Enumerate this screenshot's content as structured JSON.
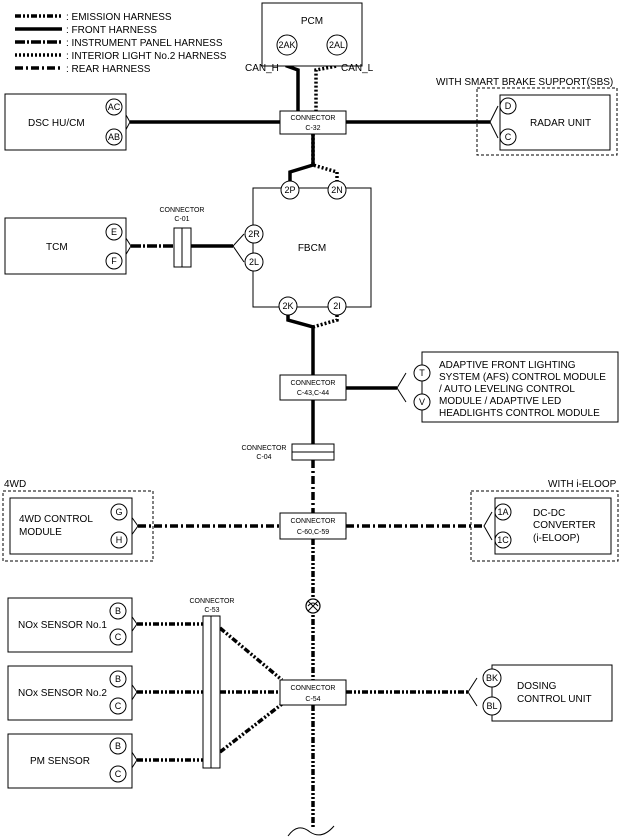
{
  "legend": [
    {
      "label": ": EMISSION HARNESS"
    },
    {
      "label": ": FRONT HARNESS"
    },
    {
      "label": ": INSTRUMENT PANEL HARNESS"
    },
    {
      "label": ": INTERIOR LIGHT No.2 HARNESS"
    },
    {
      "label": ": REAR HARNESS"
    }
  ],
  "modules": {
    "pcm": {
      "name": "PCM",
      "pins": [
        "2AK",
        "2AL"
      ]
    },
    "can_h": "CAN_H",
    "can_l": "CAN_L",
    "dsc": {
      "name": "DSC HU/CM",
      "pins": [
        "AC",
        "AB"
      ]
    },
    "sbs_group": "WITH SMART BRAKE SUPPORT(SBS)",
    "radar": {
      "name": "RADAR UNIT",
      "pins": [
        "D",
        "C"
      ]
    },
    "tcm": {
      "name": "TCM",
      "pins": [
        "E",
        "F"
      ]
    },
    "fbcm": {
      "name": "FBCM",
      "pins": [
        "2P",
        "2N",
        "2R",
        "2L",
        "2K",
        "2I"
      ]
    },
    "afs": {
      "lines": [
        "ADAPTIVE FRONT LIGHTING",
        "SYSTEM (AFS) CONTROL MODULE",
        "/ AUTO LEVELING CONTROL",
        "MODULE / ADAPTIVE LED",
        "HEADLIGHTS CONTROL MODULE"
      ],
      "pins": [
        "T",
        "V"
      ]
    },
    "fourwd_group": "4WD",
    "fourwd": {
      "lines": [
        "4WD CONTROL",
        "MODULE"
      ],
      "pins": [
        "G",
        "H"
      ]
    },
    "ieloop_group": "WITH i-ELOOP",
    "dcdc": {
      "lines": [
        "DC-DC",
        "CONVERTER",
        "(i-ELOOP)"
      ],
      "pins": [
        "1A",
        "1C"
      ]
    },
    "nox1": {
      "name": "NOx SENSOR No.1",
      "pins": [
        "B",
        "C"
      ]
    },
    "nox2": {
      "name": "NOx SENSOR No.2",
      "pins": [
        "B",
        "C"
      ]
    },
    "pm": {
      "name": "PM SENSOR",
      "pins": [
        "B",
        "C"
      ]
    },
    "dosing": {
      "lines": [
        "DOSING",
        "CONTROL UNIT"
      ],
      "pins": [
        "BK",
        "BL"
      ]
    }
  },
  "connectors": {
    "c32": {
      "title": "CONNECTOR",
      "id": "C-32"
    },
    "c01": {
      "title": "CONNECTOR",
      "id": "C-01"
    },
    "c4344": {
      "title": "CONNECTOR",
      "id": "C-43,C-44"
    },
    "c04": {
      "title": "CONNECTOR",
      "id": "C-04"
    },
    "c6059": {
      "title": "CONNECTOR",
      "id": "C-60,C-59"
    },
    "c53": {
      "title": "CONNECTOR",
      "id": "C-53"
    },
    "c54": {
      "title": "CONNECTOR",
      "id": "C-54"
    }
  }
}
